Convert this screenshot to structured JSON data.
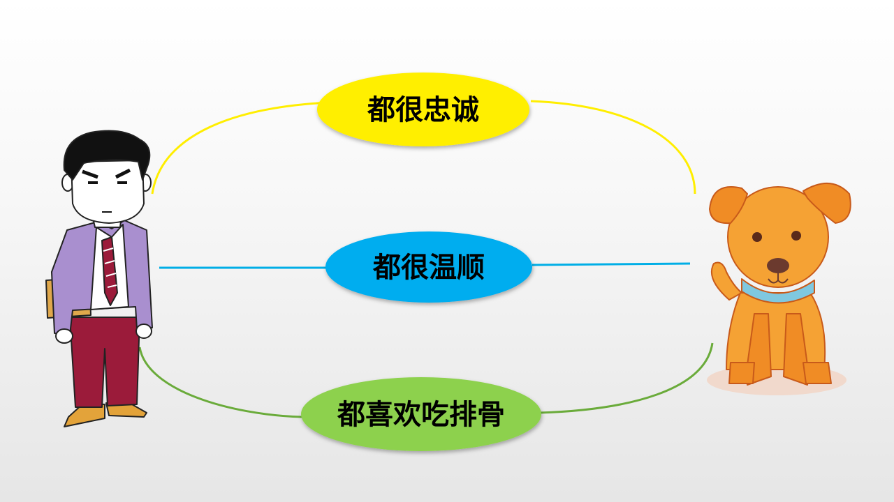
{
  "diagram": {
    "labels": {
      "top": "都很忠诚",
      "middle": "都很温顺",
      "bottom": "都喜欢吃排骨"
    },
    "colors": {
      "top_fill": "#ffef00",
      "top_line": "#ffee00",
      "middle_fill": "#00adef",
      "middle_line": "#00aee6",
      "bottom_fill": "#8dd14d",
      "bottom_line": "#6aab3a"
    },
    "left_figure": "man-cartoon",
    "right_figure": "dog-cartoon"
  }
}
